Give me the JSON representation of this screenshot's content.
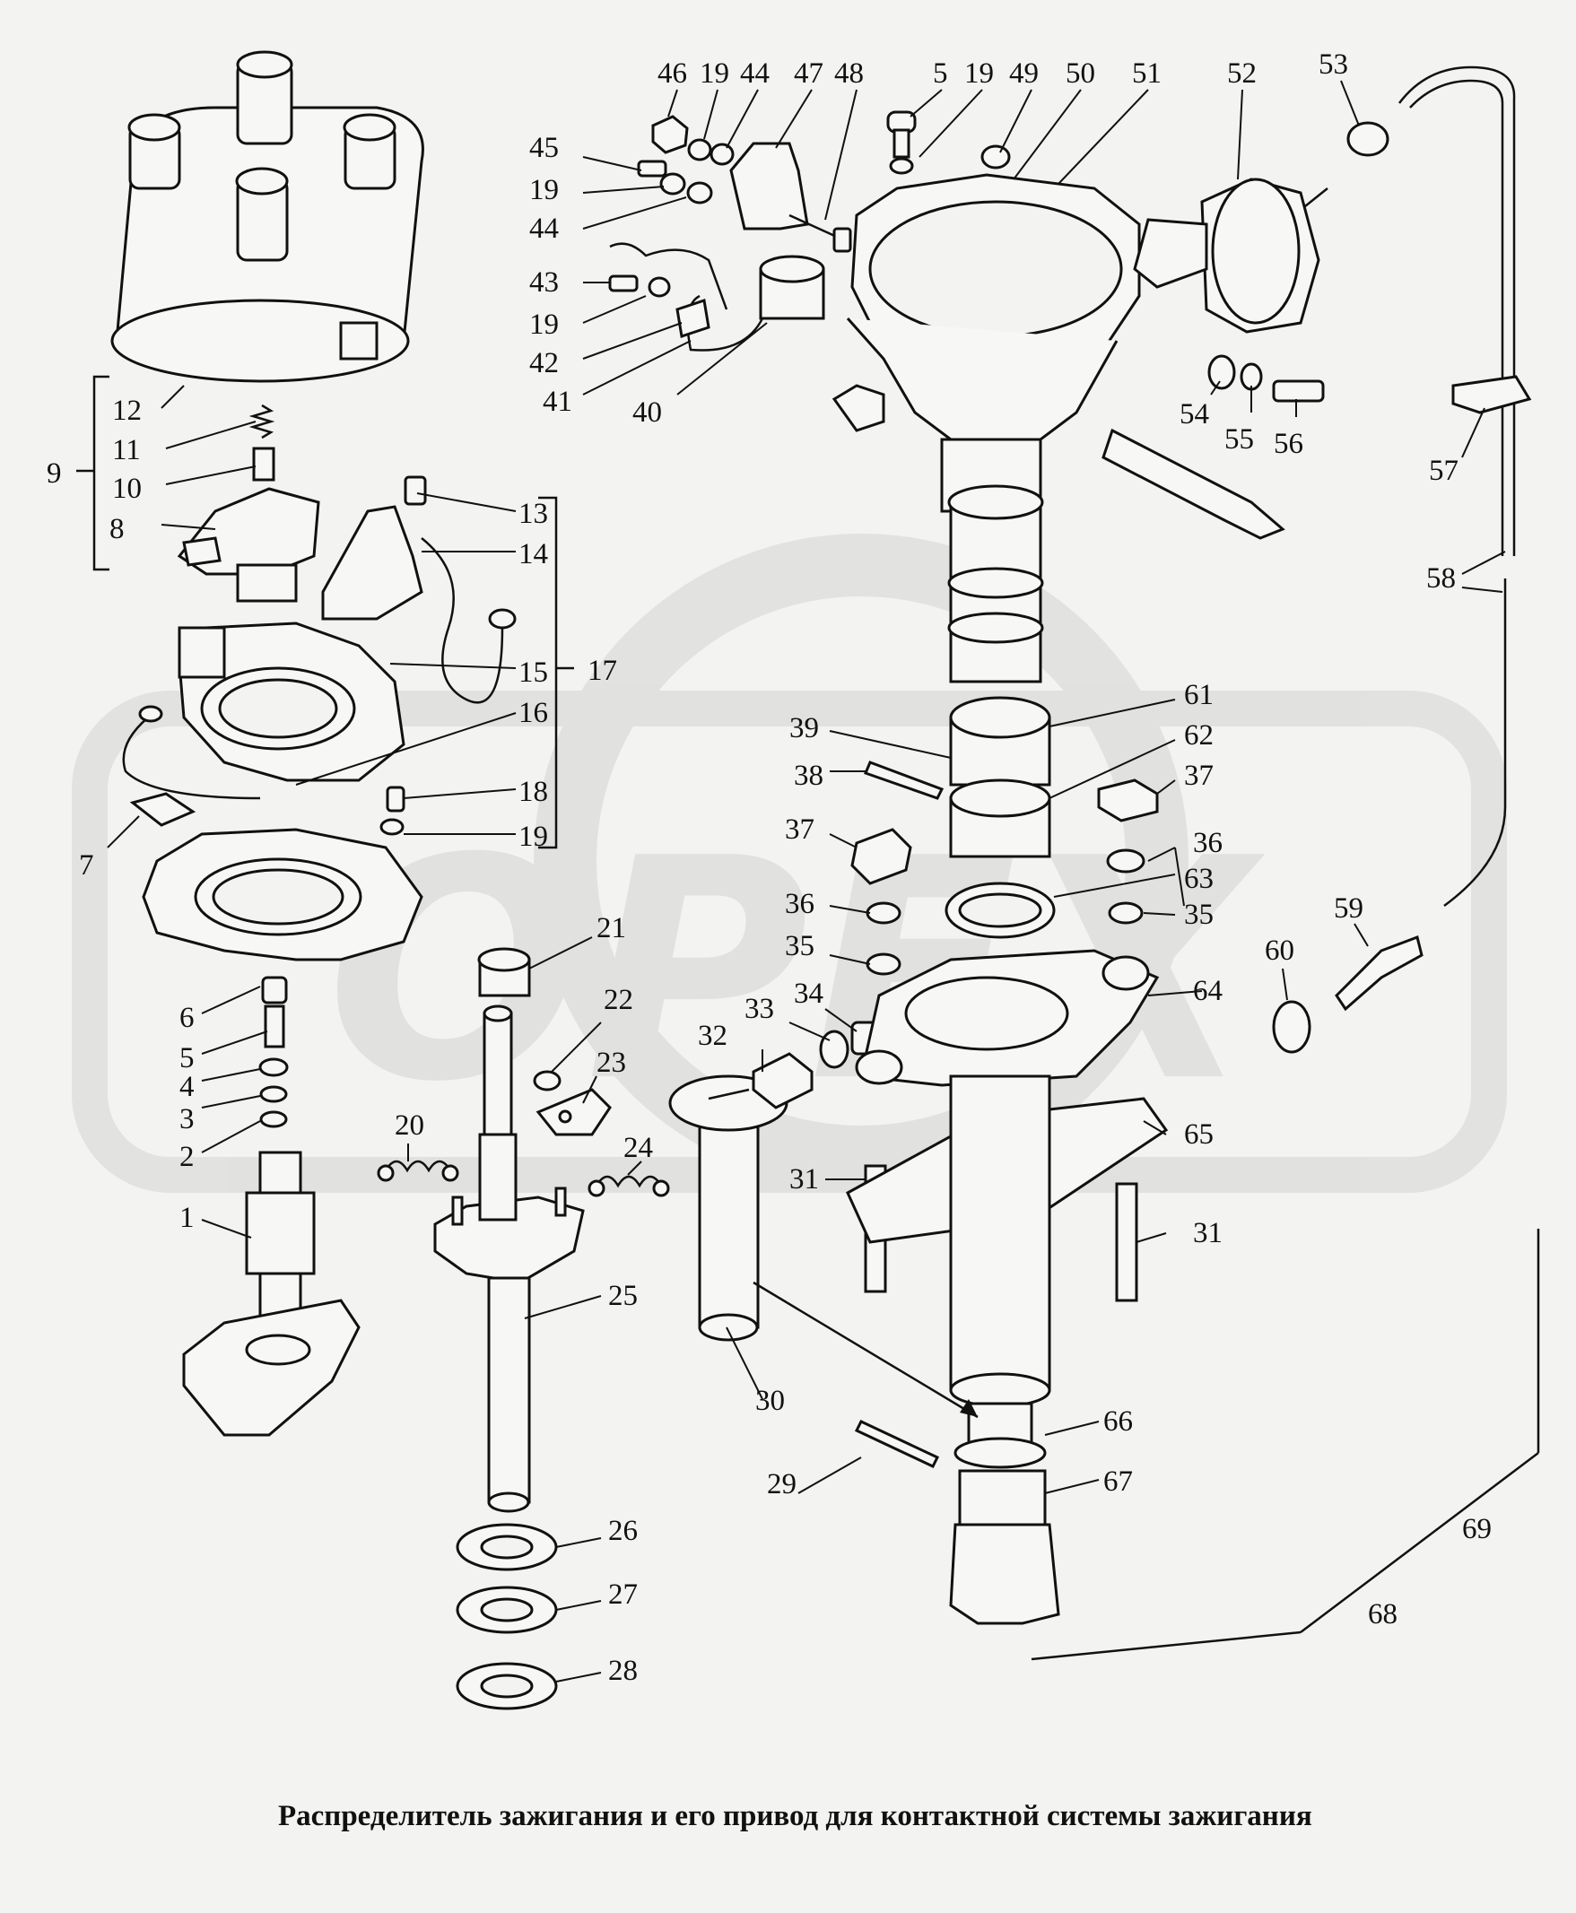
{
  "caption": "Распределитель зажигания и его привод для контактной системы зажигания",
  "watermark": "OPEX",
  "labels": {
    "l1": "1",
    "l2": "2",
    "l3": "3",
    "l4": "4",
    "l5": "5",
    "l6": "6",
    "l7": "7",
    "l8": "8",
    "l9": "9",
    "l10": "10",
    "l11": "11",
    "l12": "12",
    "l13": "13",
    "l14": "14",
    "l15": "15",
    "l16": "16",
    "l17": "17",
    "l18": "18",
    "l19": "19",
    "l20": "20",
    "l21": "21",
    "l22": "22",
    "l23": "23",
    "l24": "24",
    "l25": "25",
    "l26": "26",
    "l27": "27",
    "l28": "28",
    "l29": "29",
    "l30": "30",
    "l31": "31",
    "l32": "32",
    "l33": "33",
    "l34": "34",
    "l35": "35",
    "l36": "36",
    "l37": "37",
    "l38": "38",
    "l39": "39",
    "l40": "40",
    "l41": "41",
    "l42": "42",
    "l43": "43",
    "l44": "44",
    "l45": "45",
    "l46": "46",
    "l47": "47",
    "l48": "48",
    "l49": "49",
    "l50": "50",
    "l51": "51",
    "l52": "52",
    "l53": "53",
    "l54": "54",
    "l55": "55",
    "l56": "56",
    "l57": "57",
    "l58": "58",
    "l59": "59",
    "l60": "60",
    "l61": "61",
    "l62": "62",
    "l63": "63",
    "l64": "64",
    "l65": "65",
    "l66": "66",
    "l67": "67",
    "l68": "68",
    "l69": "69"
  }
}
